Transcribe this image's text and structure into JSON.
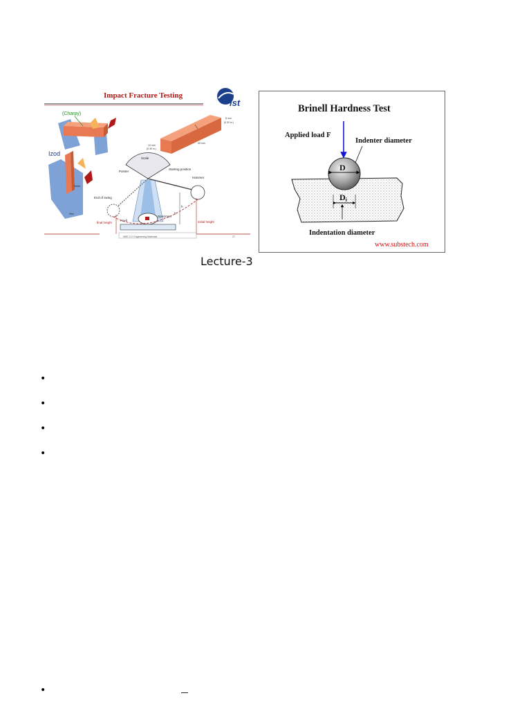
{
  "impact_slide": {
    "title": "Impact Fracture Testing",
    "logo_text": "ist",
    "charpy_label": "(Charpy)",
    "izod_label": "Izod",
    "dim_top": "8 mm",
    "dim_top2": "(0.32 in.)",
    "dim_side": "10 mm",
    "dim_side2": "(0.39 in.)",
    "dim_len": "55 mm",
    "notch_label": "Notch",
    "vise_label": "Vise",
    "scale_label": "Scale",
    "pointer_label": "Pointer",
    "start_label": "Starting position",
    "hammer_label": "Hammer",
    "end_swing_label": "End of swing",
    "specimen_label": "Specimen",
    "anvil_label": "Anvil",
    "h_label": "h",
    "h2_label": "h'",
    "final_height_label": "final height",
    "initial_height_label": "initial height",
    "footer_text": "MSE 2.0: Engineering Materials",
    "page_number": "27"
  },
  "brinell": {
    "title": "Brinell Hardness Test",
    "applied_load": "Applied load F",
    "indenter_diameter": "Indenter diameter",
    "D": "D",
    "Di": "D",
    "Di_sub": "i",
    "indentation_diameter": "Indentation diameter",
    "website": "www.substech.com"
  },
  "caption": "Lecture-3",
  "bullets": [
    "•",
    "•",
    "•",
    "•",
    "•"
  ]
}
